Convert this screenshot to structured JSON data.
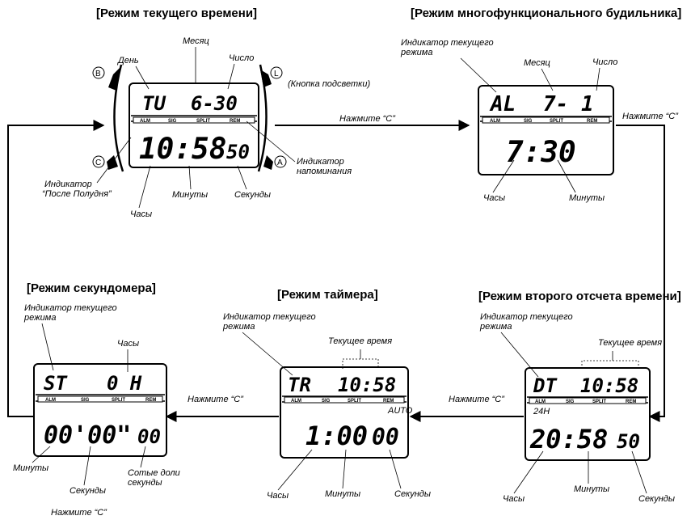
{
  "titles": {
    "current_time": "[Режим текущего времени]",
    "alarm": "[Режим многофункционального будильника]",
    "stopwatch": "[Режим секундомера]",
    "timer": "[Режим таймера]",
    "dual_time": "[Режим второго отсчета времени]"
  },
  "buttons": {
    "b": "B",
    "l": "L",
    "c": "C",
    "a": "A"
  },
  "indicators": [
    "ALM",
    "SIG",
    "SPLIT",
    "REM"
  ],
  "watch1": {
    "day": "TU",
    "date": "6-30",
    "time": "10:58",
    "seconds": "50",
    "labels": {
      "month": "Месяц",
      "day": "День",
      "date": "Число",
      "light": "(Кнопка подсветки)",
      "pm1": "Индикатор",
      "pm2": "“После Полудня”",
      "reminder1": "Индикатор",
      "reminder2": "напоминания",
      "minutes": "Минуты",
      "seconds": "Секунды",
      "hours": "Часы"
    }
  },
  "watch2": {
    "mode": "AL",
    "date": "7- 1",
    "time": "7:30",
    "labels": {
      "mode1": "Индикатор текущего",
      "mode2": "режима",
      "month": "Месяц",
      "date": "Число",
      "hours": "Часы",
      "minutes": "Минуты"
    }
  },
  "watch3": {
    "mode": "ST",
    "hours": "0 H",
    "main": "00'00\"",
    "small": "00",
    "labels": {
      "mode1": "Индикатор текущего",
      "mode2": "режима",
      "hours": "Часы",
      "minutes": "Минуты",
      "seconds": "Секунды",
      "hundredths1": "Сотые доли",
      "hundredths2": "секунды"
    }
  },
  "watch4": {
    "mode": "TR",
    "time": "10:58",
    "main": "1:00",
    "small": "00",
    "auto": "AUTO",
    "labels": {
      "mode1": "Индикатор текущего",
      "mode2": "режима",
      "current_time": "Текущее время",
      "hours": "Часы",
      "minutes": "Минуты",
      "seconds": "Секунды"
    }
  },
  "watch5": {
    "mode": "DT",
    "time": "10:58",
    "main": "20:58",
    "small": "50",
    "h24": "24H",
    "labels": {
      "mode1": "Индикатор текущего",
      "mode2": "режима",
      "current_time": "Текущее время",
      "hours": "Часы",
      "minutes": "Минуты",
      "seconds": "Секунды"
    }
  },
  "arrows": {
    "press_c": "Нажмите “C”"
  }
}
